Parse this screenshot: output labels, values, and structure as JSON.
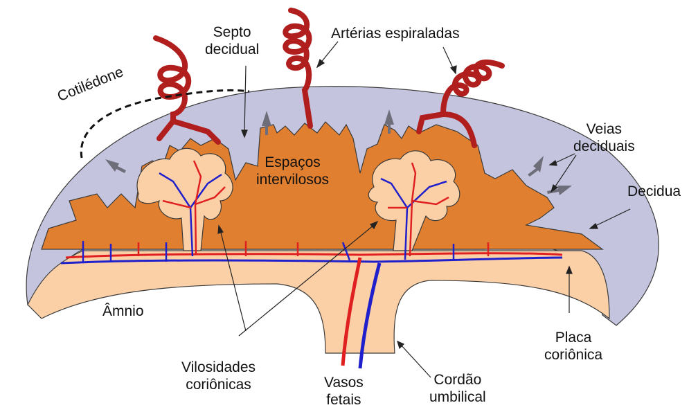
{
  "labels": {
    "septo_decidual": [
      "Septo",
      "decidual"
    ],
    "arterias_espiraladas": "Artérias espiraladas",
    "cotiledone": "Cotilédone",
    "espacos_intervilosos": [
      "Espaços",
      "intervilosos"
    ],
    "veias_deciduais": [
      "Veias",
      "deciduais"
    ],
    "decidua": "Decidua",
    "amnio": "Âmnio",
    "placa_corionica": [
      "Placa",
      "coriônica"
    ],
    "vilosidades_corionicas": [
      "Vilosidades",
      "coriônicas"
    ],
    "vasos_fetais": [
      "Vasos",
      "fetais"
    ],
    "cordao_umbilical": [
      "Cordão",
      "umbilical"
    ]
  },
  "colors": {
    "decidua": "#c4c4de",
    "intervillous_space": "#e07f2f",
    "chorionic_tissue": "#fcd0a6",
    "artery": "#b01e1e",
    "fetal_artery": "#e02020",
    "fetal_vein": "#1f1fcc",
    "vein_arrow": "#6e6e7a",
    "outline": "#3a3a3a"
  }
}
